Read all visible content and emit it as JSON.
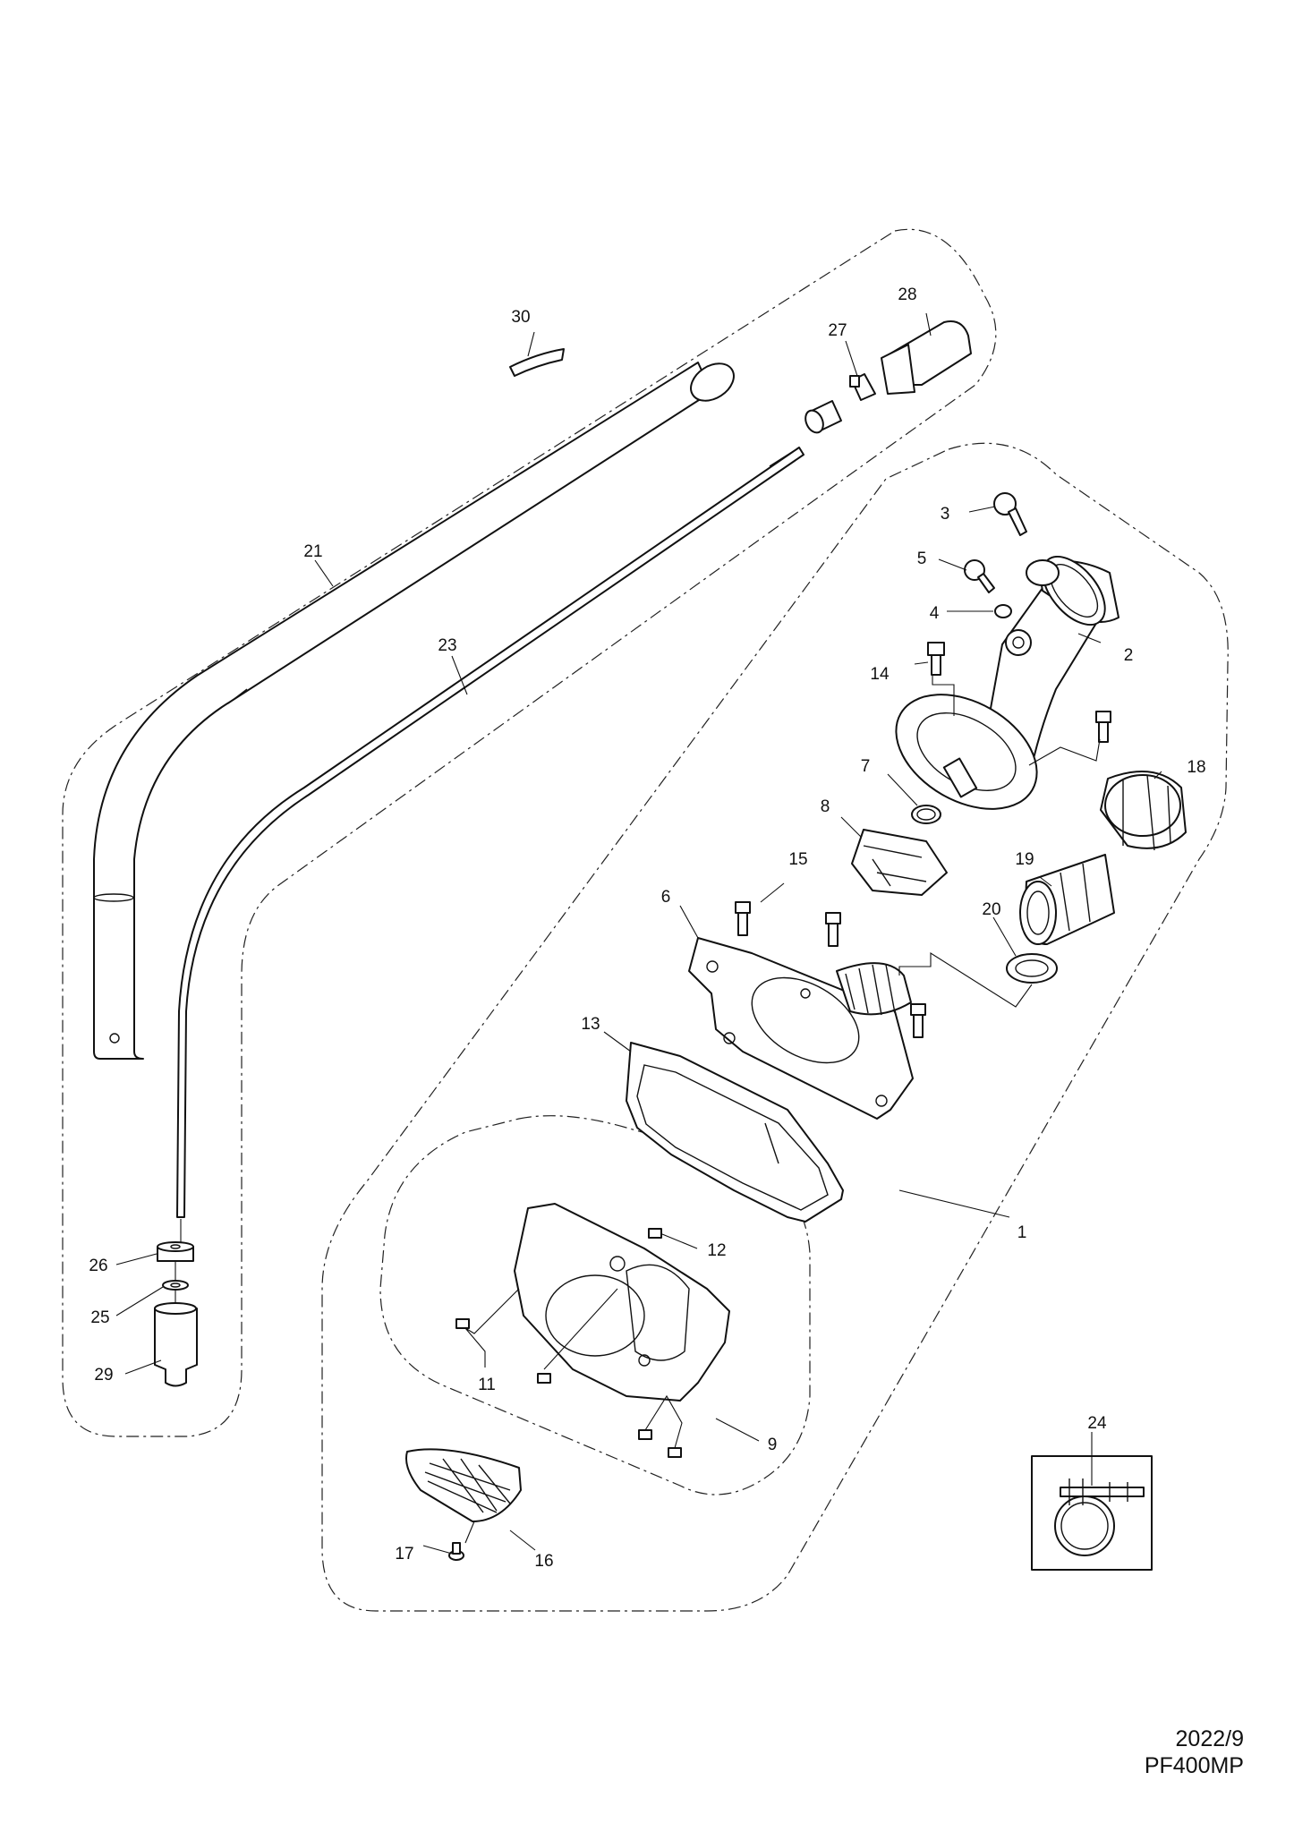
{
  "footer": {
    "date": "2022/9",
    "model": "PF400MP"
  },
  "part_labels": [
    "1",
    "2",
    "3",
    "4",
    "5",
    "6",
    "7",
    "8",
    "9",
    "11",
    "12",
    "13",
    "14",
    "15",
    "16",
    "17",
    "18",
    "19",
    "20",
    "21",
    "23",
    "24",
    "25",
    "26",
    "27",
    "28",
    "29",
    "30"
  ]
}
